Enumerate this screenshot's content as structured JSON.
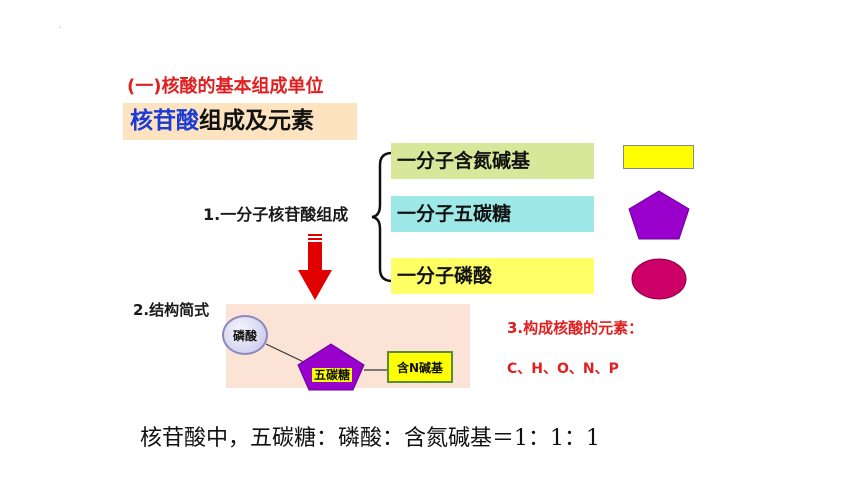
{
  "header": {
    "section_title": "(一)核酸的基本组成单位",
    "subtitle_part1": "核苷酸",
    "subtitle_part2": "组成及元素"
  },
  "composition": {
    "label": "1.一分子核苷酸组成",
    "items": [
      {
        "text": "一分子含氮碱基",
        "shape": "yellow-rectangle",
        "color": "#ffff00"
      },
      {
        "text": "一分子五碳糖",
        "shape": "purple-pentagon",
        "color": "#9900cc"
      },
      {
        "text": "一分子磷酸",
        "shape": "crimson-ellipse",
        "color": "#cc0066"
      }
    ]
  },
  "structure": {
    "label": "2.结构简式",
    "phosphate": "磷酸",
    "sugar": "五碳糖",
    "base": "含N碱基"
  },
  "elements": {
    "title": "3.构成核酸的元素：",
    "list": "C、H、O、N、P"
  },
  "ratio_text": "核苷酸中，五碳糖：磷酸：含氮碱基＝1：1：1",
  "colors": {
    "red_text": "#e02020",
    "blue_text": "#1a3bd6",
    "arrow": "#e00000"
  }
}
